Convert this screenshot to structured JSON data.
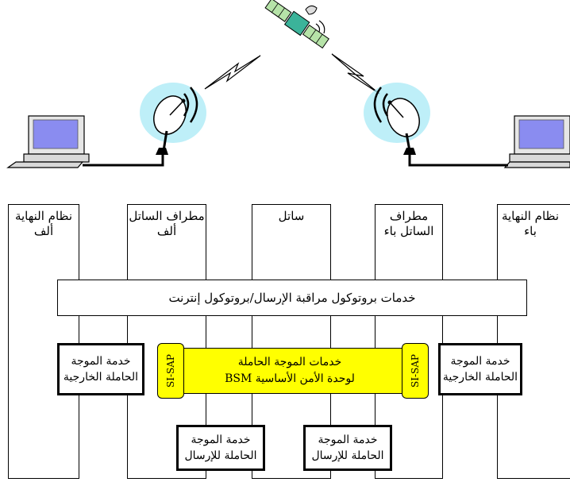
{
  "columns": {
    "end_system_a": [
      "نظام النهاية",
      "ألف"
    ],
    "sat_terminal_a": [
      "مطراف الساتل",
      "ألف"
    ],
    "satellite": [
      "ساتل"
    ],
    "sat_terminal_b": [
      "مطراف",
      "الساتل باء"
    ],
    "end_system_b": [
      "نظام النهاية",
      "باء"
    ]
  },
  "tcp_ip_services": "خدمات بروتوكول مراقبة الإرسال/بروتوكول إنترنت",
  "external_bearer_left": [
    "خدمة الموجة",
    "الحاملة الخارجية"
  ],
  "external_bearer_right": [
    "خدمة الموجة",
    "الحاملة الخارجية"
  ],
  "bsm_bearer": [
    "خدمات الموجة الحاملة",
    "لوحدة الأمن الأساسية BSM"
  ],
  "si_sap_left": "SI-SAP",
  "si_sap_right": "SI-SAP",
  "tx_bearer_left": [
    "خدمة الموجة",
    "الحاملة للإرسال"
  ],
  "tx_bearer_right": [
    "خدمة الموجة",
    "الحاملة للإرسال"
  ],
  "colors": {
    "highlight": "#ffff00",
    "screen": "#8a8cf0",
    "dish_glow": "#a8eaf5",
    "satellite_body": "#3bb39a"
  }
}
